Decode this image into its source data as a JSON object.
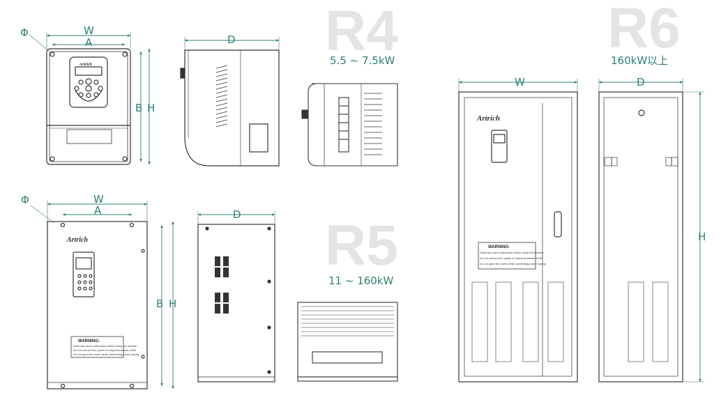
{
  "labels": {
    "phi": "Φ",
    "w": "W",
    "a": "A",
    "d": "D",
    "b": "B",
    "h": "H"
  },
  "models": [
    {
      "name": "R4",
      "range": "5.5 ~ 7.5kW"
    },
    {
      "name": "R5",
      "range": "11 ~ 160kW"
    },
    {
      "name": "R6",
      "range": "160kW以上"
    }
  ],
  "brand": "Artrich",
  "warning_title": "WARNING:",
  "warning_lines": [
    "Read the user's instruction before using the inverter",
    "Do not connect AC power to output terminals UVW",
    "Do not open the cover while connecting power supply"
  ],
  "colors": {
    "dimension": "#2f7f77",
    "outline": "#333333",
    "model_name": "#e4e4e4"
  }
}
